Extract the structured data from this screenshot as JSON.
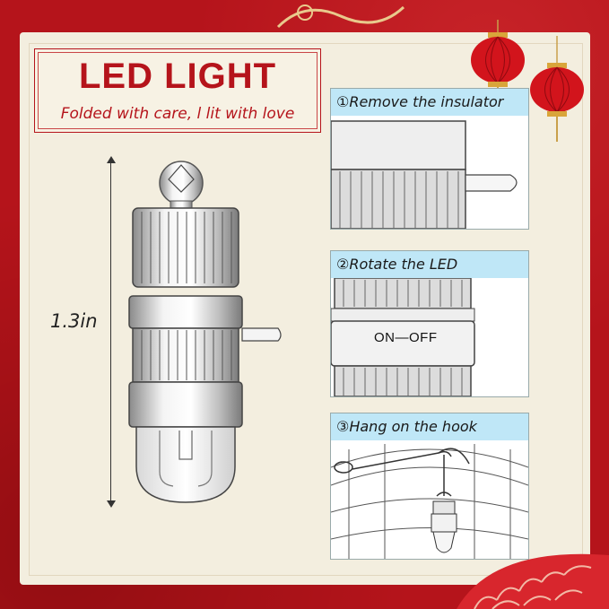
{
  "title": "LED LIGHT",
  "subtitle": "Folded with care, l lit with love",
  "dimension": {
    "label": "1.3in"
  },
  "steps": [
    {
      "label": "①Remove the insulator"
    },
    {
      "label": "②Rotate the LED",
      "switch_text": "ON—OFF"
    },
    {
      "label": "③Hang on the hook"
    }
  ],
  "icons": [
    "lantern-icon",
    "led-light-icon",
    "hook-icon"
  ],
  "colors": {
    "accent": "#b5141b",
    "panel": "#f3eedf",
    "step_label": "#bfe7f7"
  }
}
